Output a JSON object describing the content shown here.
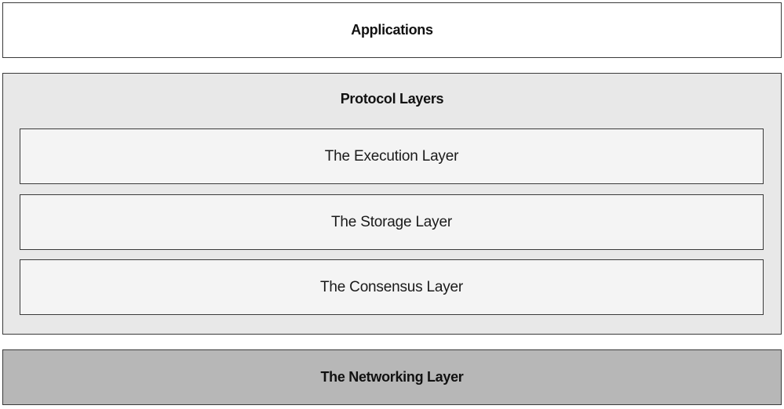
{
  "diagram": {
    "applications": {
      "label": "Applications"
    },
    "protocol_layers": {
      "title": "Protocol Layers",
      "layers": [
        {
          "label": "The Execution Layer"
        },
        {
          "label": "The Storage Layer"
        },
        {
          "label": "The Consensus Layer"
        }
      ]
    },
    "networking": {
      "label": "The Networking Layer"
    }
  },
  "colors": {
    "applications_bg": "#ffffff",
    "protocol_bg": "#e8e8e8",
    "inner_layer_bg": "#f4f4f4",
    "networking_bg": "#b7b7b7",
    "border": "#3a3a3a"
  }
}
